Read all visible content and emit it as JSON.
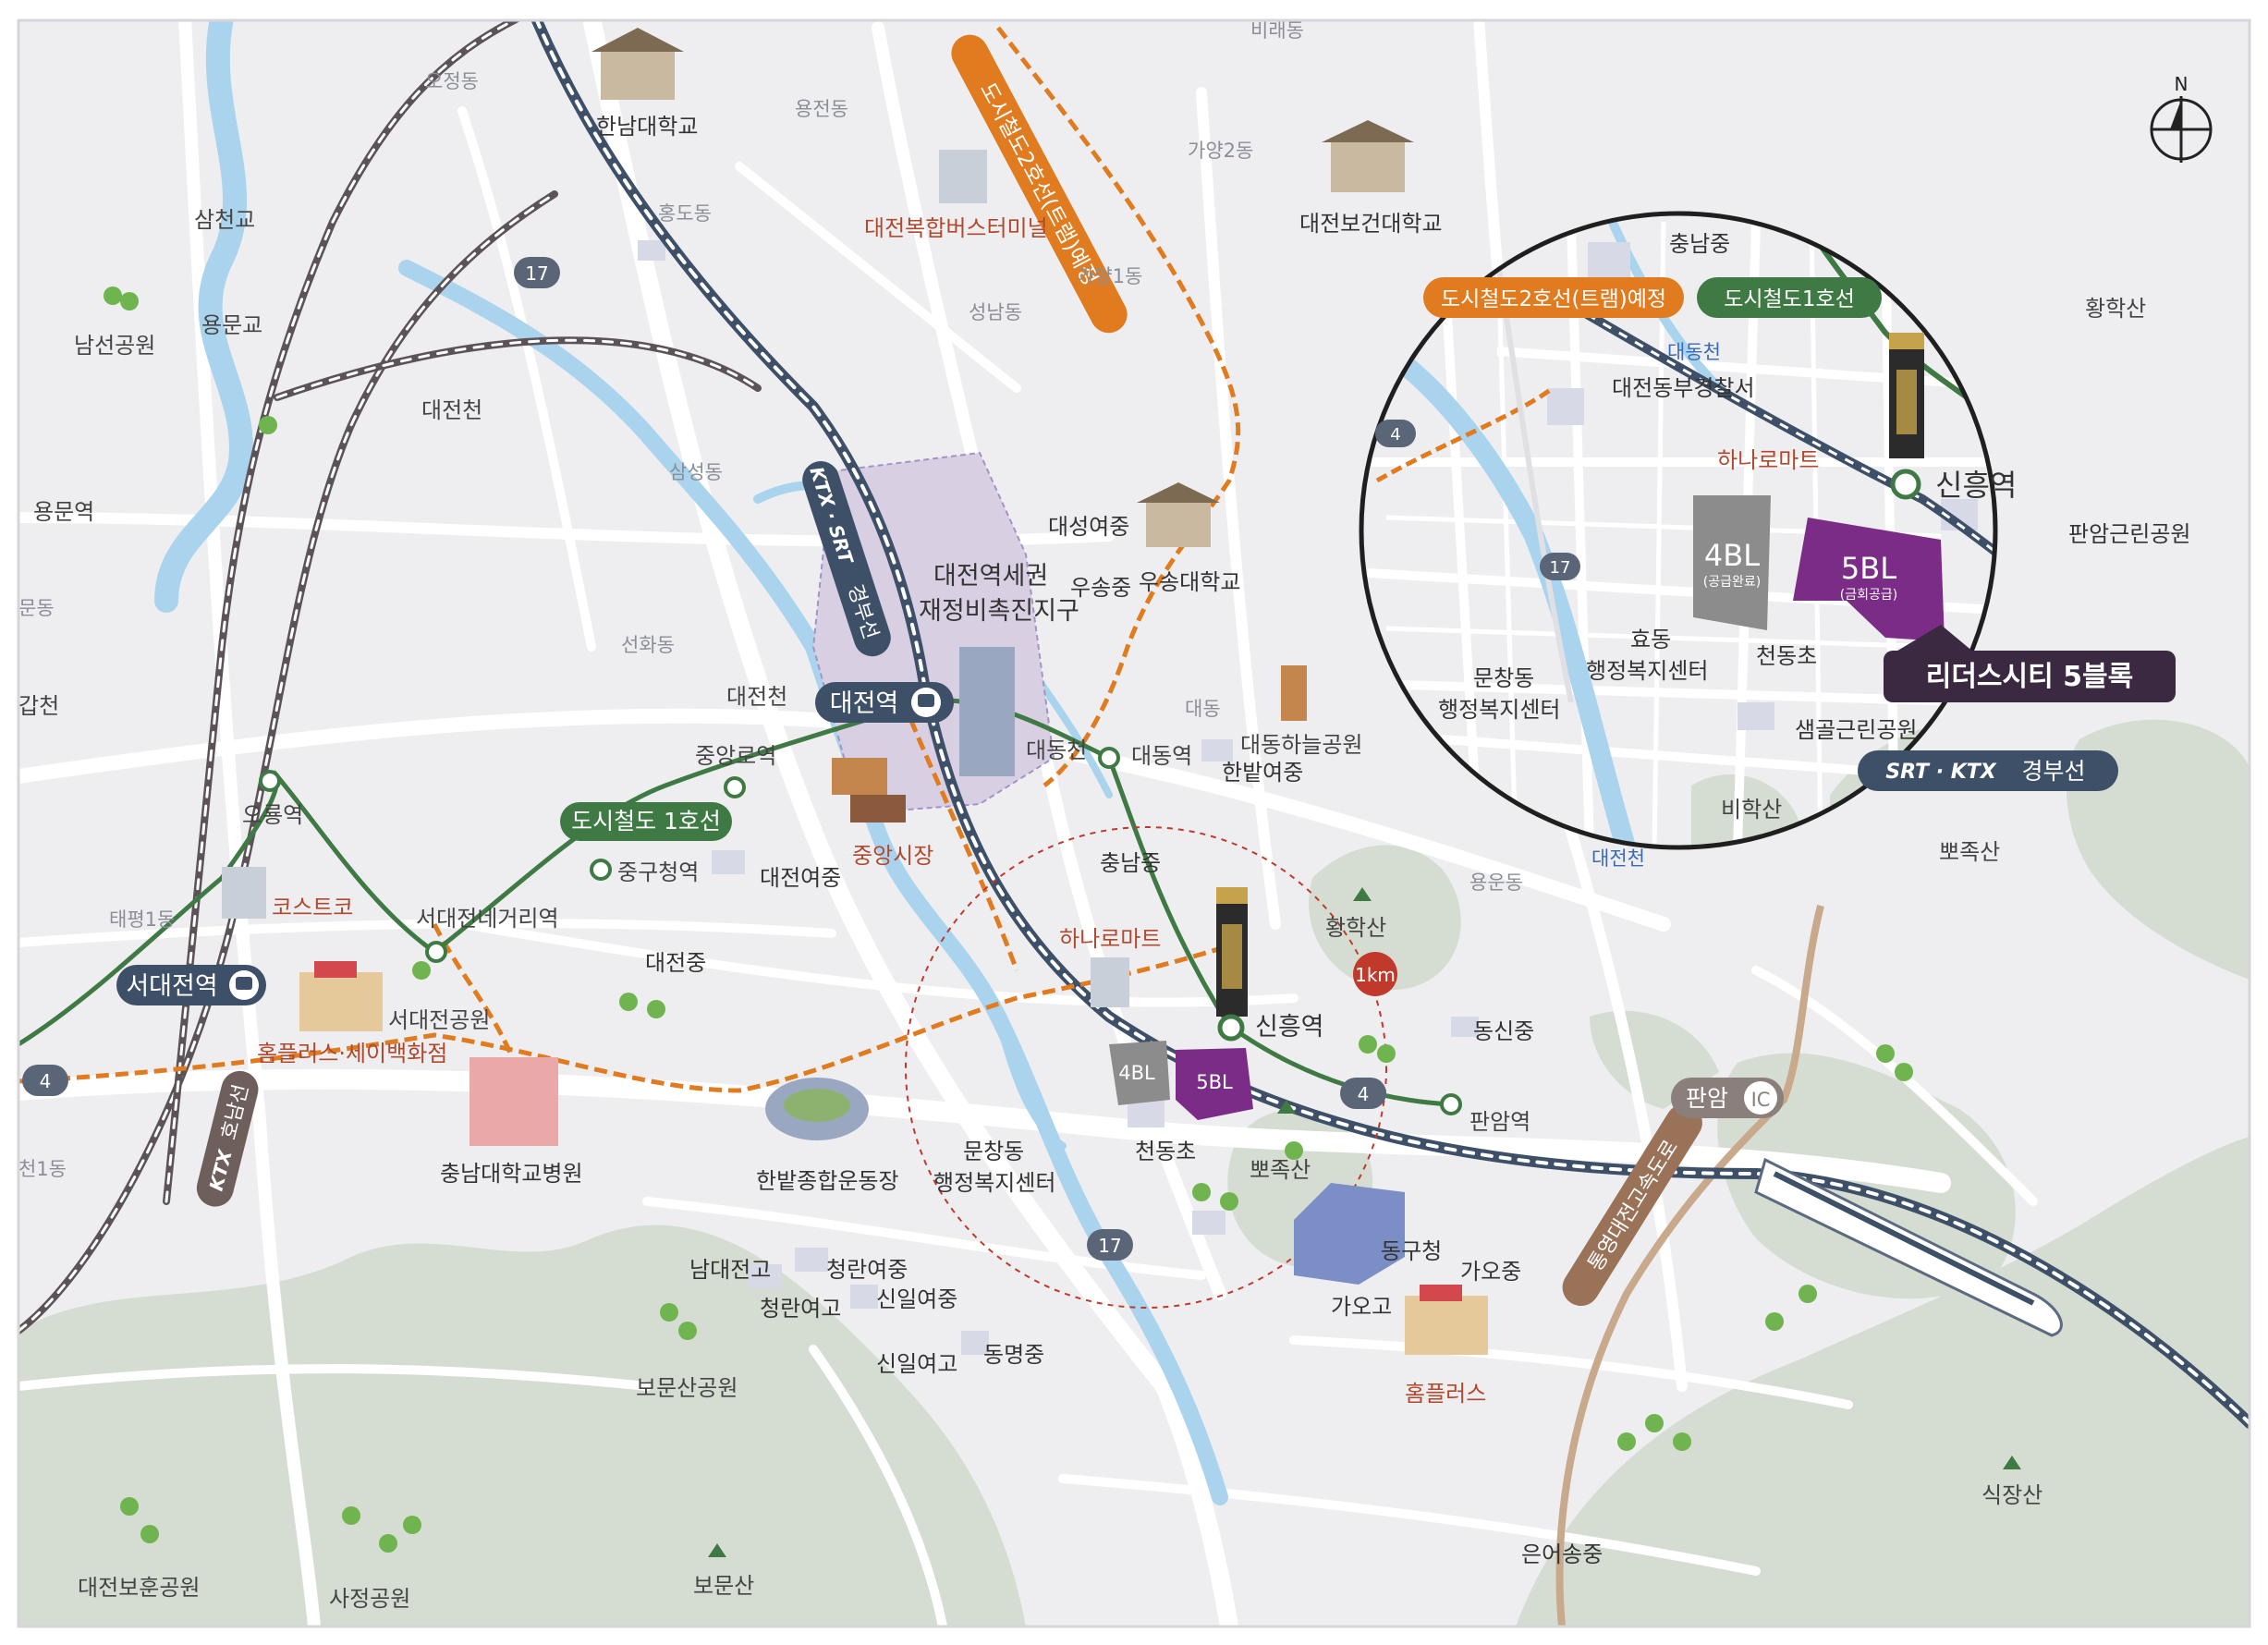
{
  "colors": {
    "background": "#eeeef1",
    "river": "#aad4ee",
    "road": "#ffffff",
    "hill": "#cfd8cc",
    "line1": "#3f7a44",
    "line2": "#e07c1f",
    "rail": "#4a4a4a",
    "ktx": "#3e5068",
    "block5": "#7b2c86",
    "block4": "#7a7a7a",
    "callout": "#3a2941"
  },
  "places": {
    "ojeong": "오정동",
    "hannam_univ": "한남대학교",
    "yongjeon": "용전동",
    "bimae": "비래동",
    "gayang2": "가양2동",
    "hongdo": "홍도동",
    "terminal": "대전복합버스터미널",
    "gayang1": "가양1동",
    "seongnam": "성남동",
    "health_univ": "대전보건대학교",
    "samcheongyo": "삼천교",
    "yongmungyo": "용문교",
    "namseon_park": "남선공원",
    "daejeoncheon_1": "대전천",
    "samseong": "삼성동",
    "yongmun_st": "용문역",
    "munhwa": "문동",
    "gapcheon": "갑천",
    "daeseong_g": "대성여중",
    "usong_m": "우송중",
    "usong_univ": "우송대학교",
    "station_area_1": "대전역세권",
    "station_area_2": "재정비촉진지구",
    "seonhwa": "선화동",
    "daejeoncheon_2": "대전천",
    "daejeon_st": "대전역",
    "daedong": "대동",
    "daedong_park": "대동하늘공원",
    "jungang_st": "중앙로역",
    "daedongcheon": "대동천",
    "daedong_st": "대동역",
    "hanbat_g": "한밭여중",
    "oryong_st": "오룡역",
    "jungang_market": "중앙시장",
    "junggu_st": "중구청역",
    "daejeon_g": "대전여중",
    "chungnam_m": "충남중",
    "costco": "코스트코",
    "taepyeong": "태평1동",
    "seodaejeon_x": "서대전네거리역",
    "hanaro_mart": "하나로마트",
    "hwanghak_mt": "황학산",
    "seodaejeon_st": "서대전역",
    "daejeon_m": "대전중",
    "yongun": "용운동",
    "seodaejeon_park": "서대전공원",
    "sinheung_st": "신흥역",
    "dongsin_m": "동신중",
    "homeplus_sb": "홈플러스·세이백화점",
    "cheonil": "천1동",
    "panam_st": "판암역",
    "cheondong_e": "천동초",
    "ppyojok_mt": "뽀족산",
    "munchang_1": "문창동",
    "munchang_2": "행정복지센터",
    "chungnam_hosp": "충남대학교병원",
    "hanbat_stadium": "한밭종합운동장",
    "donggu_office": "동구청",
    "gao_m": "가오중",
    "gao_h": "가오고",
    "namdae_h": "남대전고",
    "cheongran_g": "청란여중",
    "cheongran_h": "청란여고",
    "sinil_g": "신일여중",
    "sinil_h": "신일여고",
    "dongmyeong_m": "동명중",
    "bomunsan_park": "보문산공원",
    "homeplus": "홈플러스",
    "sikjang_mt": "식장산",
    "eoeun_m": "은어송중",
    "bomun_mt": "보문산",
    "sajeong_park": "사정공원",
    "bohun_park": "대전보훈공원"
  },
  "lines": {
    "line1_label": "도시철도 1호선",
    "line2_label": "도시철도2호선(트램)예정",
    "ktx_label": "경부선",
    "ktx_brand": "KTX · SRT",
    "honam_label": "호남선",
    "honam_brand": "KTX",
    "expressway": "통영대전고속도로",
    "panam_ic_name": "판암",
    "panam_ic_badge": "IC"
  },
  "badges": {
    "road17": "17",
    "road4": "4",
    "radius": "1km"
  },
  "blocks": {
    "b4": "4BL",
    "b5": "5BL"
  },
  "tower": {
    "name": "신흥역"
  },
  "inset": {
    "compass": "N",
    "chungnam_m": "충남중",
    "line2_label": "도시철도2호선(트램)예정",
    "line1_label": "도시철도1호선",
    "hwanghak_mt": "황학산",
    "daedongcheon": "대동천",
    "police": "대전동부경찰서",
    "hanaro_mart": "하나로마트",
    "sinheung_st": "신흥역",
    "panam_park": "판암근린공원",
    "b4": "4BL",
    "b4_sub": "(공급완료)",
    "b5": "5BL",
    "b5_sub": "(금회공급)",
    "hyodong_1": "효동",
    "hyodong_2": "행정복지센터",
    "munchang_1": "문창동",
    "munchang_2": "행정복지센터",
    "cheondong_e": "천동초",
    "callout": "리더스시티 5블록",
    "saemgol_park": "샘골근린공원",
    "srt_brand": "SRT · KTX",
    "ktx_label": "경부선",
    "bihak_mt": "비학산",
    "daejeoncheon": "대전천",
    "ppyojok_mt": "뽀족산",
    "road17": "17",
    "road4": "4"
  }
}
